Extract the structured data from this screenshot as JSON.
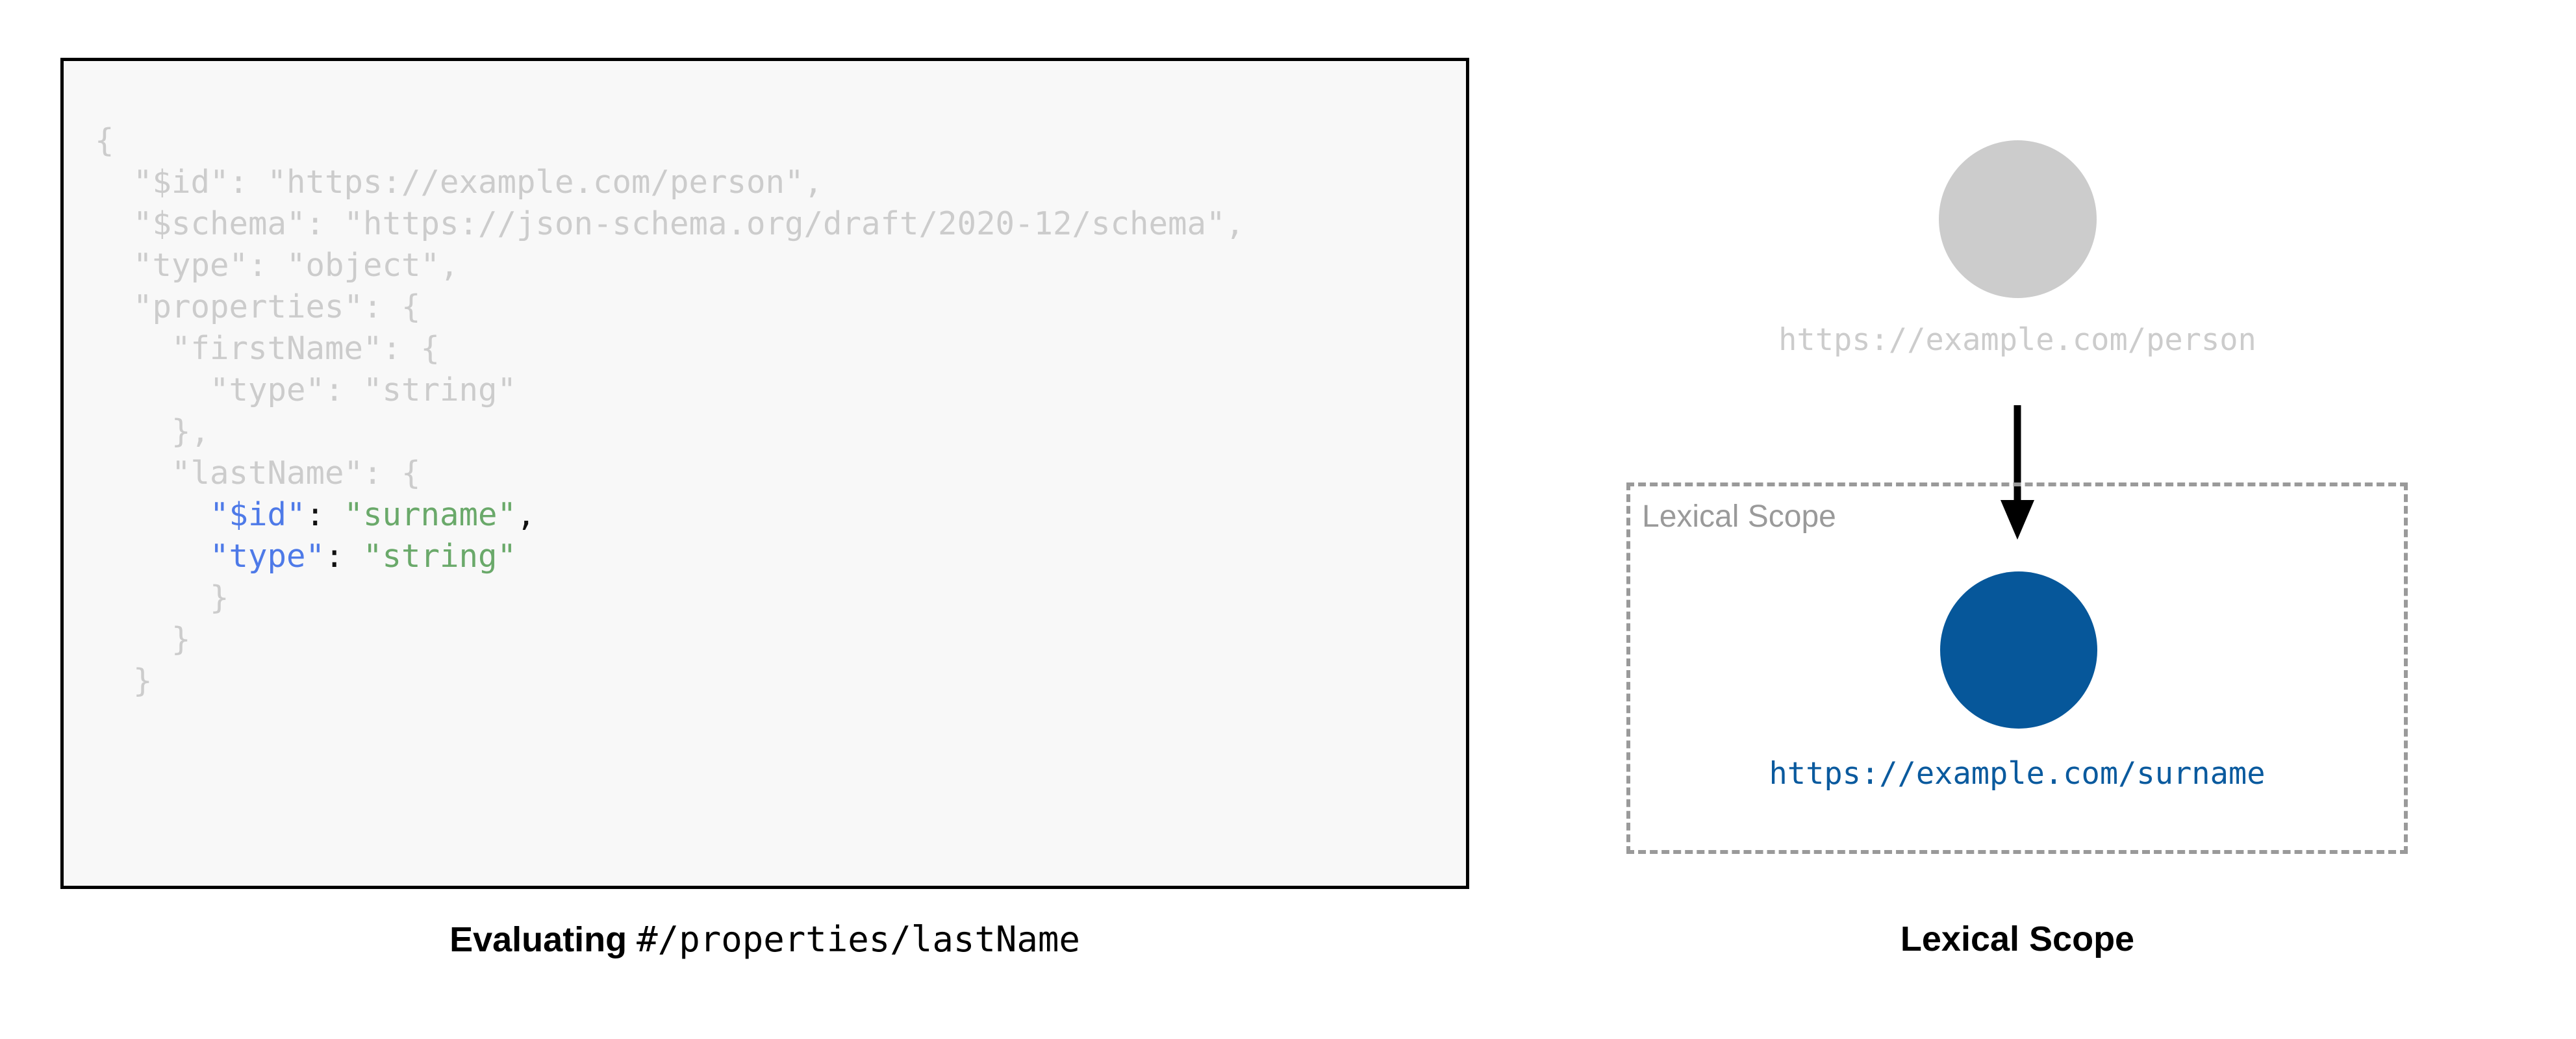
{
  "left_panel": {
    "code_language": "json",
    "code_lines": [
      {
        "indent": 0,
        "segments": [
          {
            "text": "{",
            "style": "dim"
          }
        ]
      },
      {
        "indent": 1,
        "segments": [
          {
            "text": "\"$id\": \"https://example.com/person\",",
            "style": "dim"
          }
        ]
      },
      {
        "indent": 1,
        "segments": [
          {
            "text": "\"$schema\": \"https://json-schema.org/draft/2020-12/schema\",",
            "style": "dim"
          }
        ]
      },
      {
        "indent": 1,
        "segments": [
          {
            "text": "\"type\": \"object\",",
            "style": "dim"
          }
        ]
      },
      {
        "indent": 1,
        "segments": [
          {
            "text": "\"properties\": {",
            "style": "dim"
          }
        ]
      },
      {
        "indent": 2,
        "segments": [
          {
            "text": "\"firstName\": {",
            "style": "dim"
          }
        ]
      },
      {
        "indent": 3,
        "segments": [
          {
            "text": "\"type\": \"string\"",
            "style": "dim"
          }
        ]
      },
      {
        "indent": 2,
        "segments": [
          {
            "text": "},",
            "style": "dim"
          }
        ]
      },
      {
        "indent": 2,
        "segments": [
          {
            "text": "\"lastName\": {",
            "style": "dim"
          }
        ]
      },
      {
        "indent": 3,
        "segments": [
          {
            "text": "\"$id\"",
            "style": "key"
          },
          {
            "text": ": ",
            "style": "punct"
          },
          {
            "text": "\"surname\"",
            "style": "str"
          },
          {
            "text": ",",
            "style": "punct"
          }
        ]
      },
      {
        "indent": 3,
        "segments": [
          {
            "text": "\"type\"",
            "style": "key"
          },
          {
            "text": ": ",
            "style": "punct"
          },
          {
            "text": "\"string\"",
            "style": "str"
          }
        ]
      },
      {
        "indent": 3,
        "segments": [
          {
            "text": "}",
            "style": "dim"
          }
        ]
      },
      {
        "indent": 2,
        "segments": [
          {
            "text": "}",
            "style": "dim"
          }
        ]
      },
      {
        "indent": 1,
        "segments": [
          {
            "text": "}",
            "style": "dim"
          }
        ]
      }
    ],
    "caption_bold": "Evaluating",
    "caption_mono": "#/properties/lastName"
  },
  "right_panel": {
    "root_node": {
      "label": "https://example.com/person",
      "color": "#cccccc"
    },
    "scope_box": {
      "title": "Lexical Scope",
      "border_color": "#9a9a9a"
    },
    "scoped_node": {
      "label": "https://example.com/surname",
      "color": "#06579a",
      "label_color": "#0a5a9e"
    },
    "arrow": {
      "direction": "down",
      "color": "#000000"
    },
    "caption": "Lexical Scope"
  },
  "colors": {
    "code_dim": "#cccccc",
    "code_key": "#4e7ae8",
    "code_string": "#6aa96a",
    "code_punct": "#111111",
    "panel_background": "#f8f8f8",
    "panel_border": "#000000",
    "accent_blue": "#06579a",
    "scope_gray": "#9a9a9a"
  }
}
